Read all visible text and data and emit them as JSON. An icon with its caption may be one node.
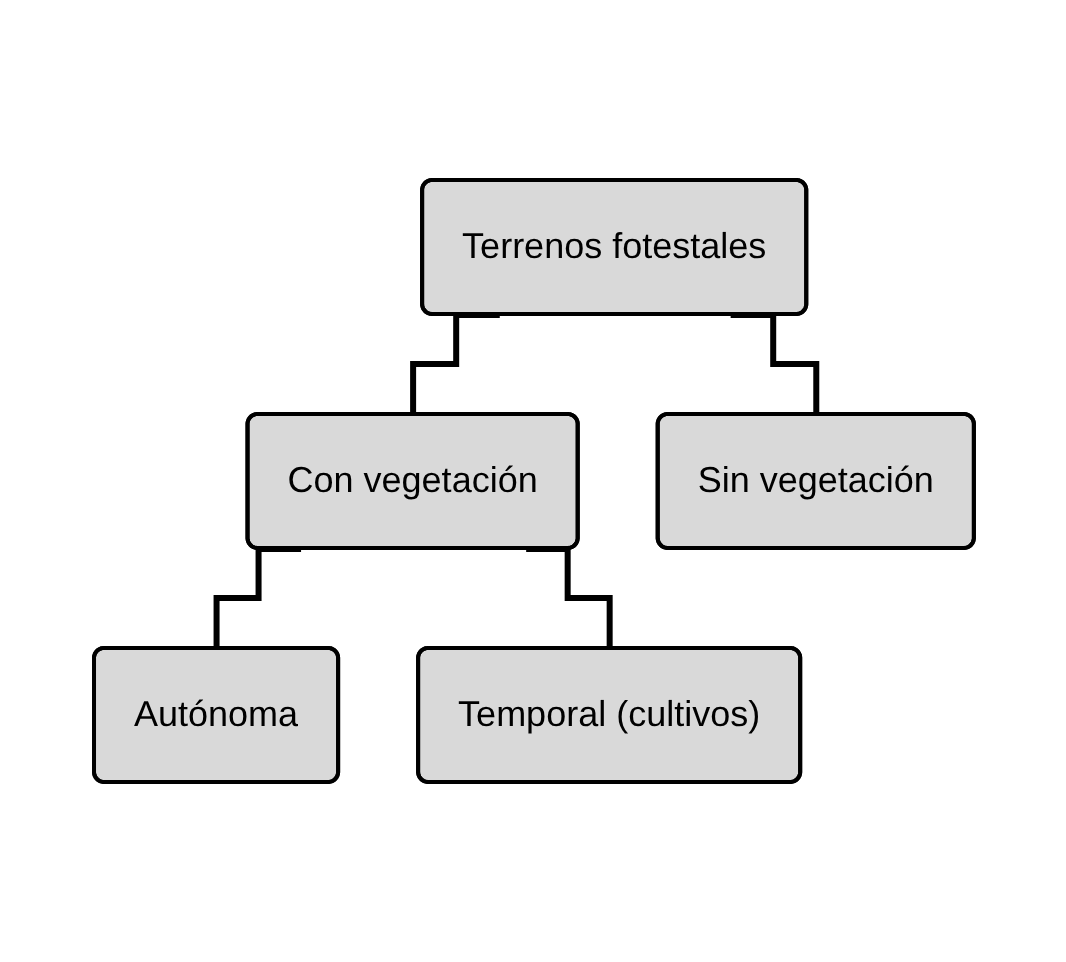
{
  "diagram": {
    "nodes": [
      {
        "text": [
          "Terrenos fotestales"
        ]
      },
      {
        "text": [
          "Con vegetación"
        ]
      },
      {
        "text": [
          "Sin vegetación"
        ]
      },
      {
        "text": [
          "Autónoma"
        ]
      },
      {
        "text": [
          "Temporal (cultivos)"
        ]
      }
    ],
    "edges": [
      {
        "from": 0,
        "to": 1,
        "arrow": "none"
      },
      {
        "from": 0,
        "to": 2,
        "arrow": "none"
      },
      {
        "from": 1,
        "to": 3,
        "arrow": "none"
      },
      {
        "from": 1,
        "to": 4,
        "arrow": "none"
      }
    ]
  }
}
